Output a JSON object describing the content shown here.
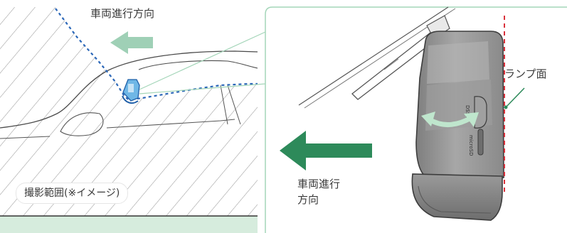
{
  "labels": {
    "direction_top": "車両進行方向",
    "lamp_surface": "ランプ面",
    "direction_bottom_line1": "車両進行",
    "direction_bottom_line2": "方向",
    "shooting_range": "撮影範囲(※イメージ)"
  },
  "device": {
    "side_text": "DSSV",
    "slot_text": "microSD"
  },
  "colors": {
    "arrow_green": "#2d8a5a",
    "arrow_light_green": "#9fd0b6",
    "range_dashed_blue": "#2b67b8",
    "lamp_line_red": "#d9323c",
    "rotate_arrow_green": "#bfe6cd",
    "callout_line_green": "#a3d5b8",
    "hatch_gray": "#9a9a9a",
    "device_gray": "#8e8e8e"
  },
  "icons": {
    "device": "dashcam-icon",
    "rotation": "rotate-arrow-icon"
  }
}
